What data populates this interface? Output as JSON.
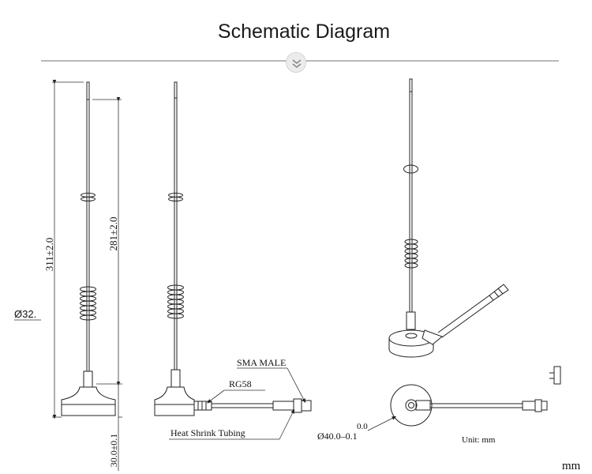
{
  "title": "Schematic Diagram",
  "dimensions": {
    "total_height": "311±2.0",
    "whip_height": "281±2.0",
    "phi_small": "Ø32.",
    "base_height": "30.0±0.1",
    "base_tol_upper": "0.0",
    "base_diameter": "Ø40.0–0.1"
  },
  "callouts": {
    "sma_male": "SMA MALE",
    "rg58": "RG58",
    "heat_shrink": "Heat Shrink Tubing"
  },
  "unit_label": "Unit: mm",
  "corner_unit": "mm"
}
